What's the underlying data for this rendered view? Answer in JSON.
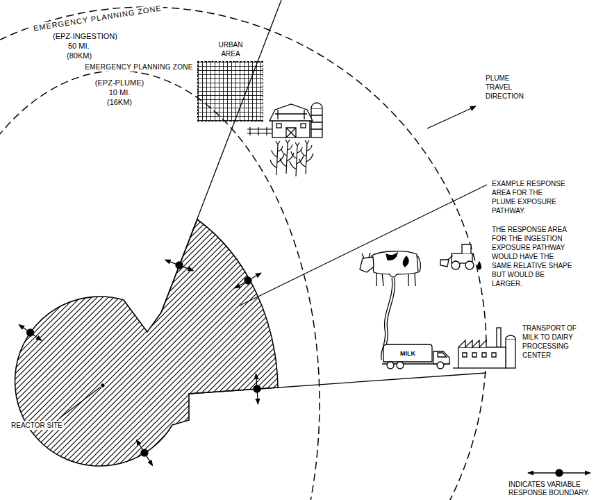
{
  "diagram": {
    "nodes": [
      {
        "text": [
          "URBAN AREA"
        ]
      },
      {
        "text": [
          "MILK"
        ]
      }
    ],
    "labels": [
      "EMERGENCY PLANNING ZONE",
      "(EPZ-INGESTION)",
      "50 MI.",
      "(80KM)",
      "EMERGENCY PLANNING ZONE",
      "(EPZ-PLUME)",
      "10 MI.",
      "(16KM)",
      "PLUME TRAVEL DIRECTION",
      "EXAMPLE RESPONSE AREA FOR THE PLUME EXPOSURE PATHWAY.",
      "THE RESPONSE AREA FOR THE INGESTION EXPOSURE PATHWAY WOULD HAVE THE SAME RELATIVE SHAPE BUT WOULD BE LARGER.",
      "TRANSPORT OF MILK TO DAIRY PROCESSING CENTER",
      "REACTOR SITE"
    ],
    "legend": [
      {
        "text": "INDICATES VARIABLE RESPONSE BOUNDARY."
      }
    ]
  }
}
